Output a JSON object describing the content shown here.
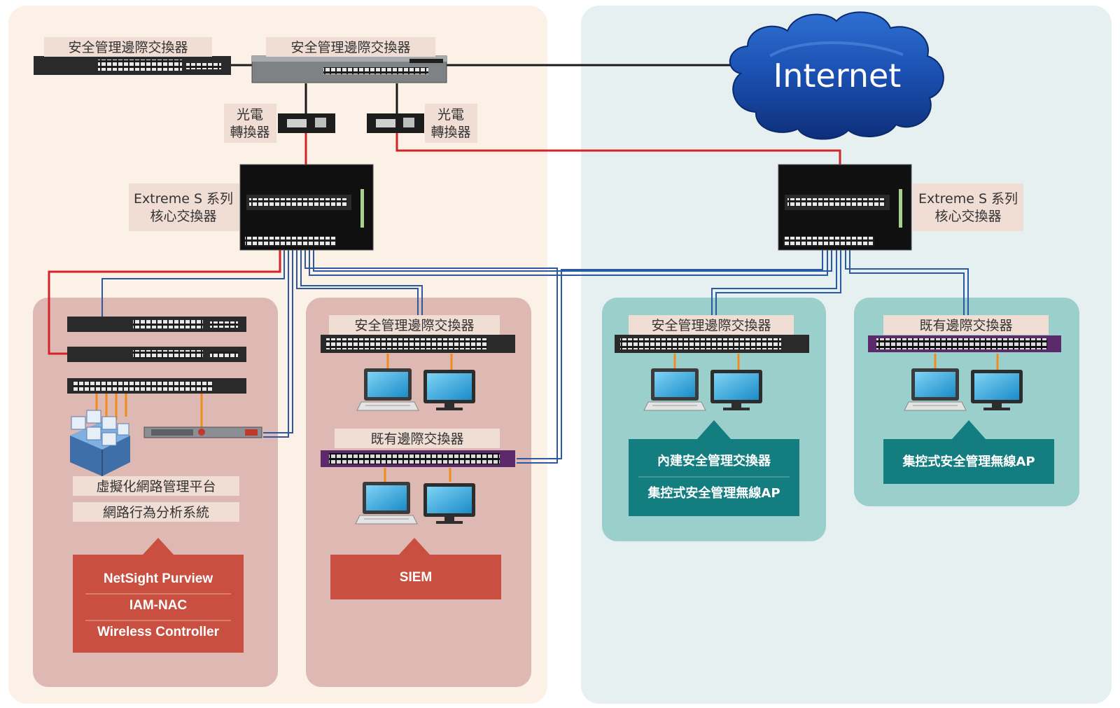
{
  "cloud": {
    "label": "Internet"
  },
  "devices": {
    "top_switch_left_label": "安全管理邊際交換器",
    "top_firewall_label": "安全管理邊際交換器",
    "converter_left_label": [
      "光電",
      "轉換器"
    ],
    "converter_right_label": [
      "光電",
      "轉換器"
    ],
    "core_left_label": [
      "Extreme S 系列",
      "核心交換器"
    ],
    "core_right_label": [
      "Extreme S 系列",
      "核心交換器"
    ]
  },
  "zone1": {
    "labels": [
      "虛擬化網路管理平台",
      "網路行為分析系統"
    ],
    "box_items": [
      "NetSight Purview",
      "IAM-NAC",
      "Wireless Controller"
    ]
  },
  "zone2": {
    "switch1_label": "安全管理邊際交換器",
    "switch2_label": "既有邊際交換器",
    "box_items": [
      "SIEM"
    ]
  },
  "zone3": {
    "switch_label": "安全管理邊際交換器",
    "box_items": [
      "內建安全管理交換器",
      "集控式安全管理無線AP"
    ]
  },
  "zone4": {
    "switch_label": "既有邊際交換器",
    "box_items": [
      "集控式安全管理無線AP"
    ]
  },
  "colors": {
    "left_bg": "#fcf1e6",
    "right_bg": "#e6f0f1",
    "pink_zone": "#deb8b2",
    "teal_zone": "#9bcfcb",
    "red_box": "#c94f40",
    "teal_box": "#137d7f",
    "red_line": "#d2232a",
    "blue_line": "#2c5aa0",
    "orange_line": "#f08c1e"
  }
}
